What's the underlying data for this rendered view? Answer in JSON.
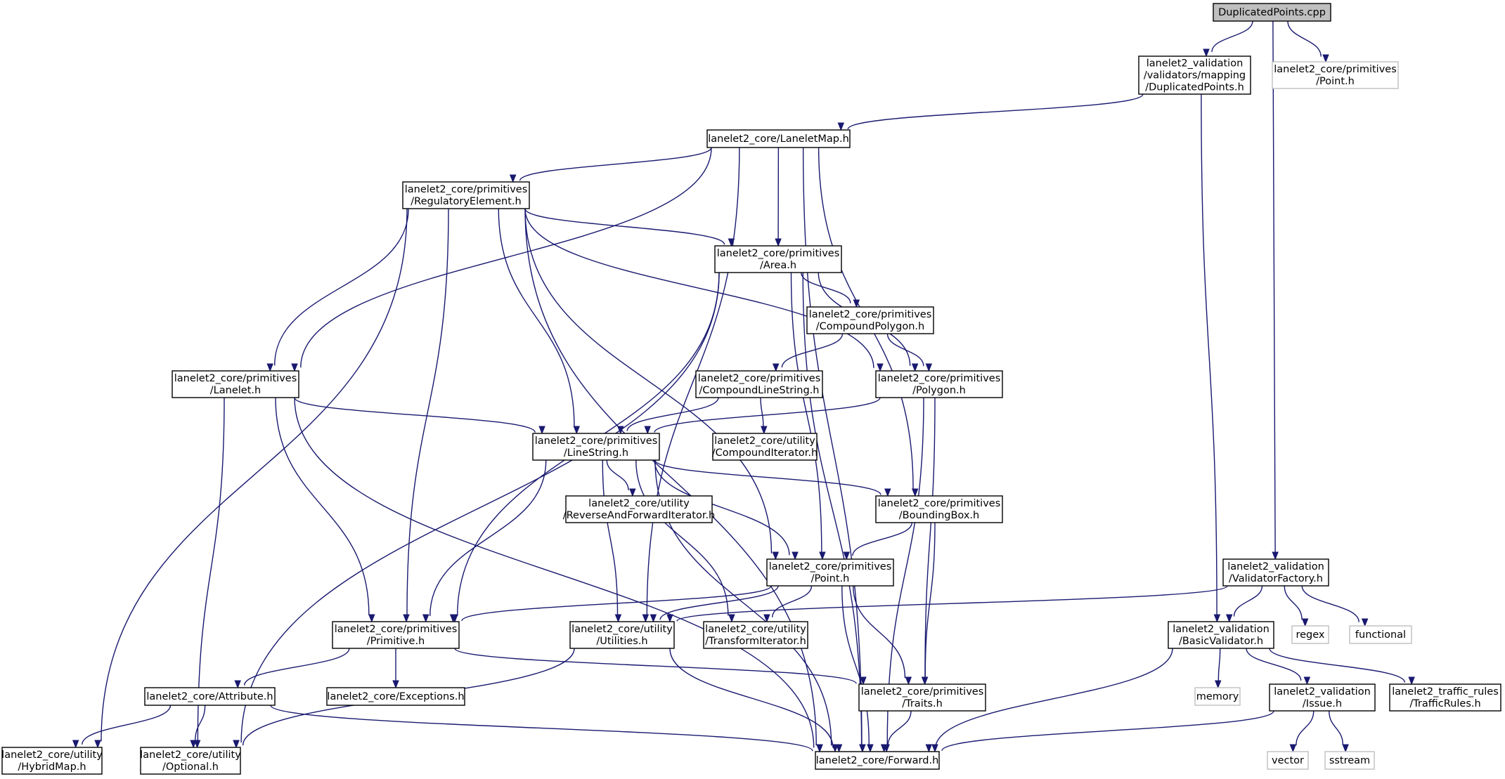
{
  "graph": {
    "colors": {
      "edge": "#191970",
      "root_fill": "#bfbfbf",
      "node_border": "#000000",
      "external_border": "#bfbfbf",
      "node_fill": "#ffffff"
    },
    "nodes": [
      {
        "id": "root",
        "lines": [
          "DuplicatedPoints.cpp"
        ],
        "kind": "root"
      },
      {
        "id": "dup_h",
        "lines": [
          "lanelet2_validation",
          "/validators/mapping",
          "/DuplicatedPoints.h"
        ],
        "kind": "normal"
      },
      {
        "id": "point_ext",
        "lines": [
          "lanelet2_core/primitives",
          "/Point.h"
        ],
        "kind": "external"
      },
      {
        "id": "laneletmap",
        "lines": [
          "lanelet2_core/LaneletMap.h"
        ],
        "kind": "normal"
      },
      {
        "id": "regelem",
        "lines": [
          "lanelet2_core/primitives",
          "/RegulatoryElement.h"
        ],
        "kind": "normal"
      },
      {
        "id": "area",
        "lines": [
          "lanelet2_core/primitives",
          "/Area.h"
        ],
        "kind": "normal"
      },
      {
        "id": "comppoly",
        "lines": [
          "lanelet2_core/primitives",
          "/CompoundPolygon.h"
        ],
        "kind": "normal"
      },
      {
        "id": "lanelet",
        "lines": [
          "lanelet2_core/primitives",
          "/Lanelet.h"
        ],
        "kind": "normal"
      },
      {
        "id": "compls",
        "lines": [
          "lanelet2_core/primitives",
          "/CompoundLineString.h"
        ],
        "kind": "normal"
      },
      {
        "id": "polygon",
        "lines": [
          "lanelet2_core/primitives",
          "/Polygon.h"
        ],
        "kind": "normal"
      },
      {
        "id": "linestring",
        "lines": [
          "lanelet2_core/primitives",
          "/LineString.h"
        ],
        "kind": "normal"
      },
      {
        "id": "compiter",
        "lines": [
          "lanelet2_core/utility",
          "/CompoundIterator.h"
        ],
        "kind": "normal"
      },
      {
        "id": "revfwd",
        "lines": [
          "lanelet2_core/utility",
          "/ReverseAndForwardIterator.h"
        ],
        "kind": "normal"
      },
      {
        "id": "bbox",
        "lines": [
          "lanelet2_core/primitives",
          "/BoundingBox.h"
        ],
        "kind": "normal"
      },
      {
        "id": "point",
        "lines": [
          "lanelet2_core/primitives",
          "/Point.h"
        ],
        "kind": "normal"
      },
      {
        "id": "valfactory",
        "lines": [
          "lanelet2_validation",
          "/ValidatorFactory.h"
        ],
        "kind": "normal"
      },
      {
        "id": "primitive",
        "lines": [
          "lanelet2_core/primitives",
          "/Primitive.h"
        ],
        "kind": "normal"
      },
      {
        "id": "utilities",
        "lines": [
          "lanelet2_core/utility",
          "/Utilities.h"
        ],
        "kind": "normal"
      },
      {
        "id": "transiter",
        "lines": [
          "lanelet2_core/utility",
          "/TransformIterator.h"
        ],
        "kind": "normal"
      },
      {
        "id": "basicval",
        "lines": [
          "lanelet2_validation",
          "/BasicValidator.h"
        ],
        "kind": "normal"
      },
      {
        "id": "regex",
        "lines": [
          "regex"
        ],
        "kind": "external"
      },
      {
        "id": "functional",
        "lines": [
          "functional"
        ],
        "kind": "external"
      },
      {
        "id": "attribute",
        "lines": [
          "lanelet2_core/Attribute.h"
        ],
        "kind": "normal"
      },
      {
        "id": "exceptions",
        "lines": [
          "lanelet2_core/Exceptions.h"
        ],
        "kind": "normal"
      },
      {
        "id": "traits",
        "lines": [
          "lanelet2_core/primitives",
          "/Traits.h"
        ],
        "kind": "normal"
      },
      {
        "id": "memory",
        "lines": [
          "memory"
        ],
        "kind": "external"
      },
      {
        "id": "issue",
        "lines": [
          "lanelet2_validation",
          "/Issue.h"
        ],
        "kind": "normal"
      },
      {
        "id": "trafficrules",
        "lines": [
          "lanelet2_traffic_rules",
          "/TrafficRules.h"
        ],
        "kind": "normal"
      },
      {
        "id": "hybridmap",
        "lines": [
          "lanelet2_core/utility",
          "/HybridMap.h"
        ],
        "kind": "normal"
      },
      {
        "id": "optional",
        "lines": [
          "lanelet2_core/utility",
          "/Optional.h"
        ],
        "kind": "normal"
      },
      {
        "id": "forward",
        "lines": [
          "lanelet2_core/Forward.h"
        ],
        "kind": "normal"
      },
      {
        "id": "vector",
        "lines": [
          "vector"
        ],
        "kind": "external"
      },
      {
        "id": "sstream",
        "lines": [
          "sstream"
        ],
        "kind": "external"
      }
    ],
    "edges": [
      [
        "root",
        "dup_h"
      ],
      [
        "root",
        "point_ext"
      ],
      [
        "root",
        "valfactory"
      ],
      [
        "dup_h",
        "laneletmap"
      ],
      [
        "dup_h",
        "basicval"
      ],
      [
        "laneletmap",
        "regelem"
      ],
      [
        "laneletmap",
        "lanelet"
      ],
      [
        "laneletmap",
        "area"
      ],
      [
        "laneletmap",
        "utilities"
      ],
      [
        "laneletmap",
        "bbox"
      ],
      [
        "laneletmap",
        "forward"
      ],
      [
        "regelem",
        "area"
      ],
      [
        "regelem",
        "lanelet"
      ],
      [
        "regelem",
        "polygon"
      ],
      [
        "regelem",
        "linestring"
      ],
      [
        "regelem",
        "primitive"
      ],
      [
        "regelem",
        "point"
      ],
      [
        "regelem",
        "hybridmap"
      ],
      [
        "regelem",
        "forward"
      ],
      [
        "area",
        "comppoly"
      ],
      [
        "area",
        "polygon"
      ],
      [
        "area",
        "point"
      ],
      [
        "area",
        "primitive"
      ],
      [
        "area",
        "optional"
      ],
      [
        "area",
        "forward"
      ],
      [
        "comppoly",
        "compls"
      ],
      [
        "comppoly",
        "polygon"
      ],
      [
        "compls",
        "linestring"
      ],
      [
        "compls",
        "compiter"
      ],
      [
        "polygon",
        "linestring"
      ],
      [
        "polygon",
        "traits"
      ],
      [
        "polygon",
        "forward"
      ],
      [
        "lanelet",
        "linestring"
      ],
      [
        "lanelet",
        "primitive"
      ],
      [
        "lanelet",
        "optional"
      ],
      [
        "lanelet",
        "forward"
      ],
      [
        "linestring",
        "revfwd"
      ],
      [
        "linestring",
        "bbox"
      ],
      [
        "linestring",
        "point"
      ],
      [
        "linestring",
        "primitive"
      ],
      [
        "linestring",
        "utilities"
      ],
      [
        "linestring",
        "transiter"
      ],
      [
        "linestring",
        "forward"
      ],
      [
        "bbox",
        "point"
      ],
      [
        "bbox",
        "traits"
      ],
      [
        "point",
        "primitive"
      ],
      [
        "point",
        "utilities"
      ],
      [
        "point",
        "transiter"
      ],
      [
        "point",
        "traits"
      ],
      [
        "point",
        "forward"
      ],
      [
        "primitive",
        "attribute"
      ],
      [
        "primitive",
        "exceptions"
      ],
      [
        "primitive",
        "traits"
      ],
      [
        "utilities",
        "optional"
      ],
      [
        "utilities",
        "forward"
      ],
      [
        "attribute",
        "hybridmap"
      ],
      [
        "attribute",
        "optional"
      ],
      [
        "attribute",
        "forward"
      ],
      [
        "traits",
        "forward"
      ],
      [
        "valfactory",
        "basicval"
      ],
      [
        "valfactory",
        "utilities"
      ],
      [
        "valfactory",
        "regex"
      ],
      [
        "valfactory",
        "functional"
      ],
      [
        "basicval",
        "memory"
      ],
      [
        "basicval",
        "issue"
      ],
      [
        "basicval",
        "trafficrules"
      ],
      [
        "basicval",
        "forward"
      ],
      [
        "issue",
        "vector"
      ],
      [
        "issue",
        "sstream"
      ],
      [
        "issue",
        "forward"
      ]
    ]
  }
}
